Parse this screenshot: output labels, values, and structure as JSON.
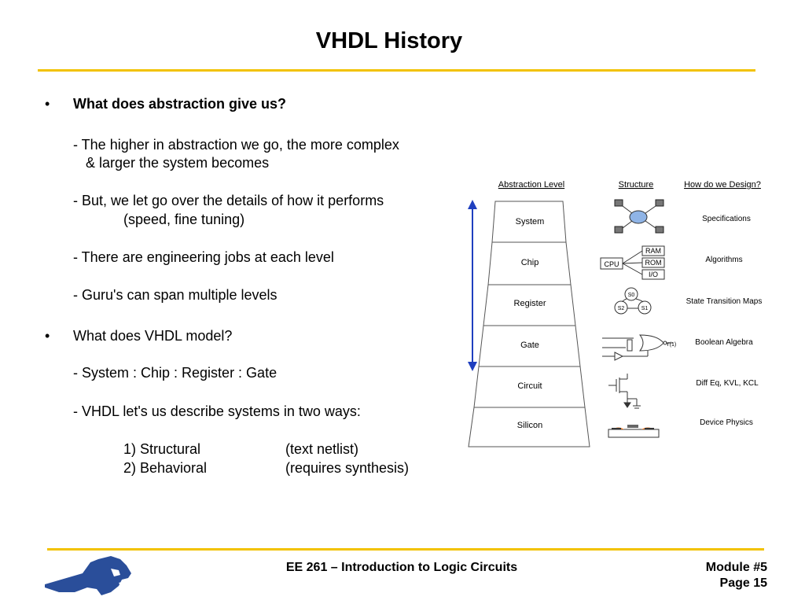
{
  "title": "VHDL History",
  "bullets": {
    "b1": "•",
    "b2": "•"
  },
  "content": {
    "q1": "What does abstraction give us?",
    "l1a": "- The higher in abstraction we go, the more complex",
    "l1b": "& larger the system becomes",
    "l2a": "- But, we let go over the details of how it performs",
    "l2b": "(speed, fine tuning)",
    "l3": "- There are engineering jobs at each level",
    "l4": "- Guru's can span multiple levels",
    "q2": "What does VHDL model?",
    "l5": "- System : Chip : Register : Gate",
    "l6": "- VHDL let's us describe systems in two ways:",
    "s1_label": "1) Structural",
    "s1_desc": "(text netlist)",
    "s2_label": "2) Behavioral",
    "s2_desc": "(requires synthesis)"
  },
  "diagram": {
    "headers": {
      "level": "Abstraction Level",
      "structure": "Structure",
      "design": "How do we Design?"
    },
    "levels": [
      "System",
      "Chip",
      "Register",
      "Gate",
      "Circuit",
      "Silicon"
    ],
    "design": [
      "Specifications",
      "Algorithms",
      "State Transition Maps",
      "Boolean Algebra",
      "Diff Eq, KVL, KCL",
      "Device Physics"
    ],
    "chip_blocks": {
      "cpu": "CPU",
      "ram": "RAM",
      "rom": "ROM",
      "io": "I/O"
    },
    "states": [
      "S0",
      "S2",
      "S1"
    ],
    "gate_output": "Y(1)",
    "colors": {
      "arrow": "#1F3FBF",
      "trapezoid_stroke": "#555555",
      "orange": "#E8792A",
      "hub": "#8FB4E6"
    }
  },
  "footer": {
    "course": "EE 261 – Introduction to Logic Circuits",
    "module": "Module #5",
    "page": "Page 15"
  },
  "colors": {
    "rule": "#F2C200",
    "logo": "#2A4E9A"
  }
}
